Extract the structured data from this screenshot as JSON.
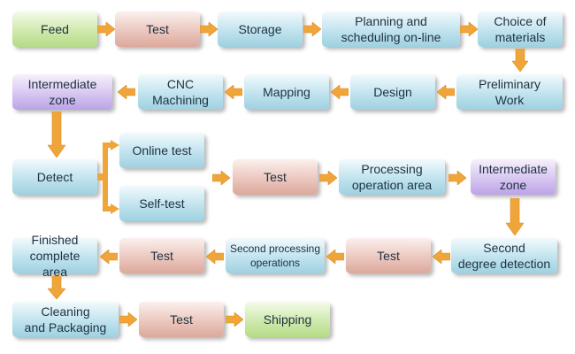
{
  "nodes": {
    "feed": "Feed",
    "test1": "Test",
    "storage": "Storage",
    "planning_line1": "Planning and",
    "planning_line2": "scheduling on-line",
    "choice_line1": "Choice of",
    "choice_line2": "materials",
    "intermediate_zone1_line1": "Intermediate",
    "intermediate_zone1_line2": "zone",
    "cnc_line1": "CNC",
    "cnc_line2": "Machining",
    "mapping": "Mapping",
    "design": "Design",
    "preliminary_line1": "Preliminary",
    "preliminary_line2": "Work",
    "detect": "Detect",
    "online_test": "Online test",
    "self_test": "Self-test",
    "test2": "Test",
    "processing_line1": "Processing",
    "processing_line2": "operation area",
    "intermediate_zone2_line1": "Intermediate",
    "intermediate_zone2_line2": "zone",
    "finished_line1": "Finished",
    "finished_line2": "complete area",
    "test3": "Test",
    "second_processing_line1": "Second processing",
    "second_processing_line2": "operations",
    "test4": "Test",
    "second_degree_line1": "Second",
    "second_degree_line2": "degree detection",
    "cleaning_line1": "Cleaning",
    "cleaning_line2": "and Packaging",
    "test5": "Test",
    "shipping": "Shipping"
  },
  "colors": {
    "blue": "#aed9e7",
    "green": "#c2e39a",
    "pink": "#e4b8ad",
    "purple": "#c9b4ec",
    "arrow": "#f0a53a",
    "text": "#1f3140"
  }
}
